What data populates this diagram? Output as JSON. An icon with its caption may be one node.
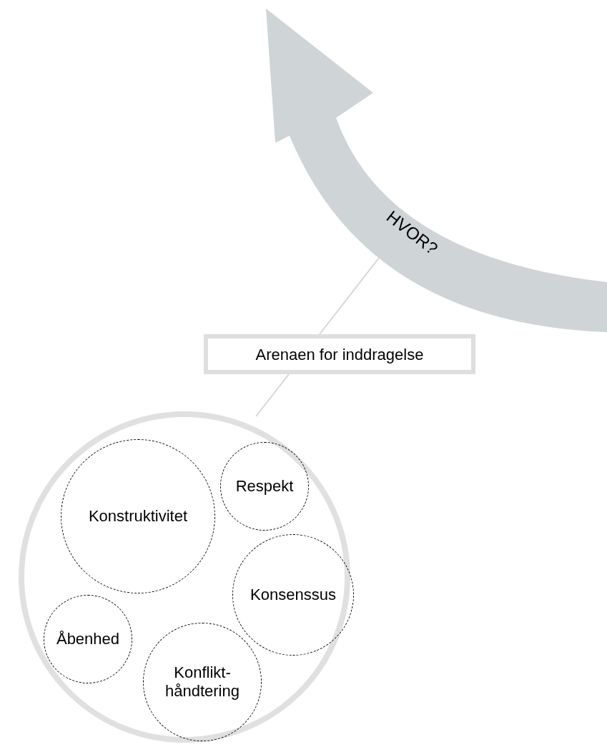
{
  "diagram": {
    "nodes": [
      {
        "text": [
          "HVOR?"
        ]
      },
      {
        "text": [
          "Arenaen for inddragelse"
        ]
      },
      {
        "text": [],
        "shape": "circle"
      },
      {
        "text": [
          "Konstruktivitet"
        ],
        "in": 2
      },
      {
        "text": [
          "Respekt"
        ],
        "in": 2
      },
      {
        "text": [
          "Konsenssus"
        ],
        "in": 2
      },
      {
        "text": [
          "Åbenhed"
        ],
        "in": 2
      },
      {
        "text": [
          "Konflikt- håndtering"
        ],
        "in": 2
      }
    ],
    "edges": [
      {
        "from": 0,
        "to": 1,
        "arrow": "none"
      },
      {
        "from": 1,
        "to": 2,
        "arrow": "none"
      }
    ]
  }
}
